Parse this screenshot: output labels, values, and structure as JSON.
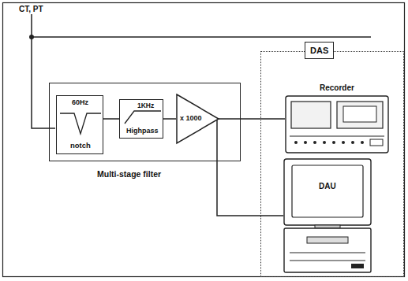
{
  "diagram": {
    "nodes": [
      {
        "text": [
          "Multi-stage filter"
        ]
      },
      {
        "text": [
          "60Hz",
          "notch"
        ],
        "in": 0
      },
      {
        "text": [
          "1KHz",
          "Highpass"
        ],
        "in": 0
      },
      {
        "text": [
          "x 1000"
        ],
        "in": 0
      },
      {
        "text": [
          "DAS"
        ]
      },
      {
        "text": [
          "Recorder"
        ],
        "in": 4
      },
      {
        "text": [
          "DAU"
        ],
        "in": 4
      }
    ],
    "edges": [
      {
        "from": 1,
        "to": 2,
        "arrow": "none"
      },
      {
        "from": 2,
        "to": 3,
        "arrow": "none"
      },
      {
        "from": 3,
        "to": 5,
        "arrow": "none"
      },
      {
        "from": 3,
        "to": 6,
        "arrow": "none"
      }
    ],
    "labels": [
      "CT, PT"
    ]
  }
}
